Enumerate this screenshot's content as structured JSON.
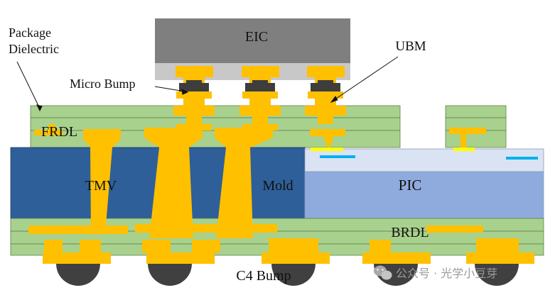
{
  "labels": {
    "eic": "EIC",
    "ubm": "UBM",
    "package_dielectric_line1": "Package",
    "package_dielectric_line2": "Dielectric",
    "micro_bump": "Micro Bump",
    "frdl": "FRDL",
    "tmv": "TMV",
    "mold": "Mold",
    "pic": "PIC",
    "brdl": "BRDL",
    "c4_bump": "C4 Bump"
  },
  "watermark": "公众号 · 光学小豆芽",
  "colors": {
    "eic": "#7f7f7f",
    "eic_underlayer": "#c8c8c8",
    "dielectric": "#a9d18e",
    "copper": "#ffc000",
    "mold": "#2e5f99",
    "pic": "#8faadc",
    "pic_top": "#dae3f3",
    "waveguide": "#00b0f0",
    "ubm_pad": "#ffff00",
    "solder": "#3d3d3d",
    "c4": "#404040"
  }
}
